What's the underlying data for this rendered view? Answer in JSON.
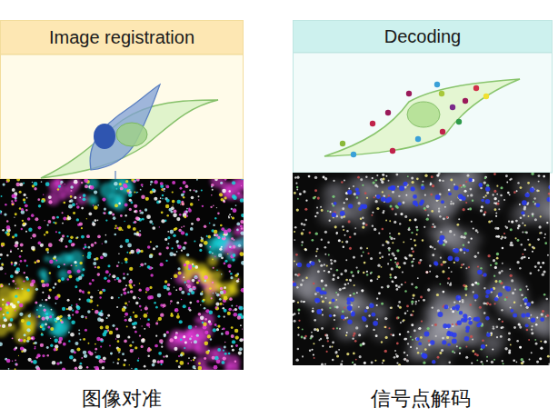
{
  "diagram": {
    "nodes": [
      {
        "text": [
          "Image registration"
        ]
      },
      {
        "text": [
          "Decoding"
        ]
      }
    ],
    "labels": [
      "图像对准",
      "信号点解码"
    ]
  }
}
